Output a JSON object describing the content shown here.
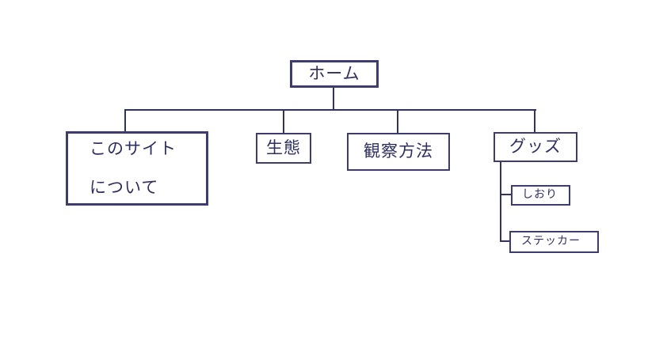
{
  "diagram": {
    "type": "sitemap-tree",
    "colors": {
      "background": "#ffffff",
      "connector": "#32325f",
      "box_border": "#3c3c6e",
      "text": "#2f2f5f"
    },
    "nodes": {
      "home": {
        "label": "ホーム"
      },
      "about": {
        "label_line1": "このサイト",
        "label_line2": "について"
      },
      "ecology": {
        "label": "生態"
      },
      "observation": {
        "label": "観察方法"
      },
      "goods": {
        "label": "グッズ"
      },
      "bookmark": {
        "label": "しおり"
      },
      "sticker": {
        "label": "ステッカー"
      }
    },
    "edges": [
      {
        "from": "home",
        "to": "about"
      },
      {
        "from": "home",
        "to": "ecology"
      },
      {
        "from": "home",
        "to": "observation"
      },
      {
        "from": "home",
        "to": "goods"
      },
      {
        "from": "goods",
        "to": "bookmark"
      },
      {
        "from": "goods",
        "to": "sticker"
      }
    ]
  }
}
